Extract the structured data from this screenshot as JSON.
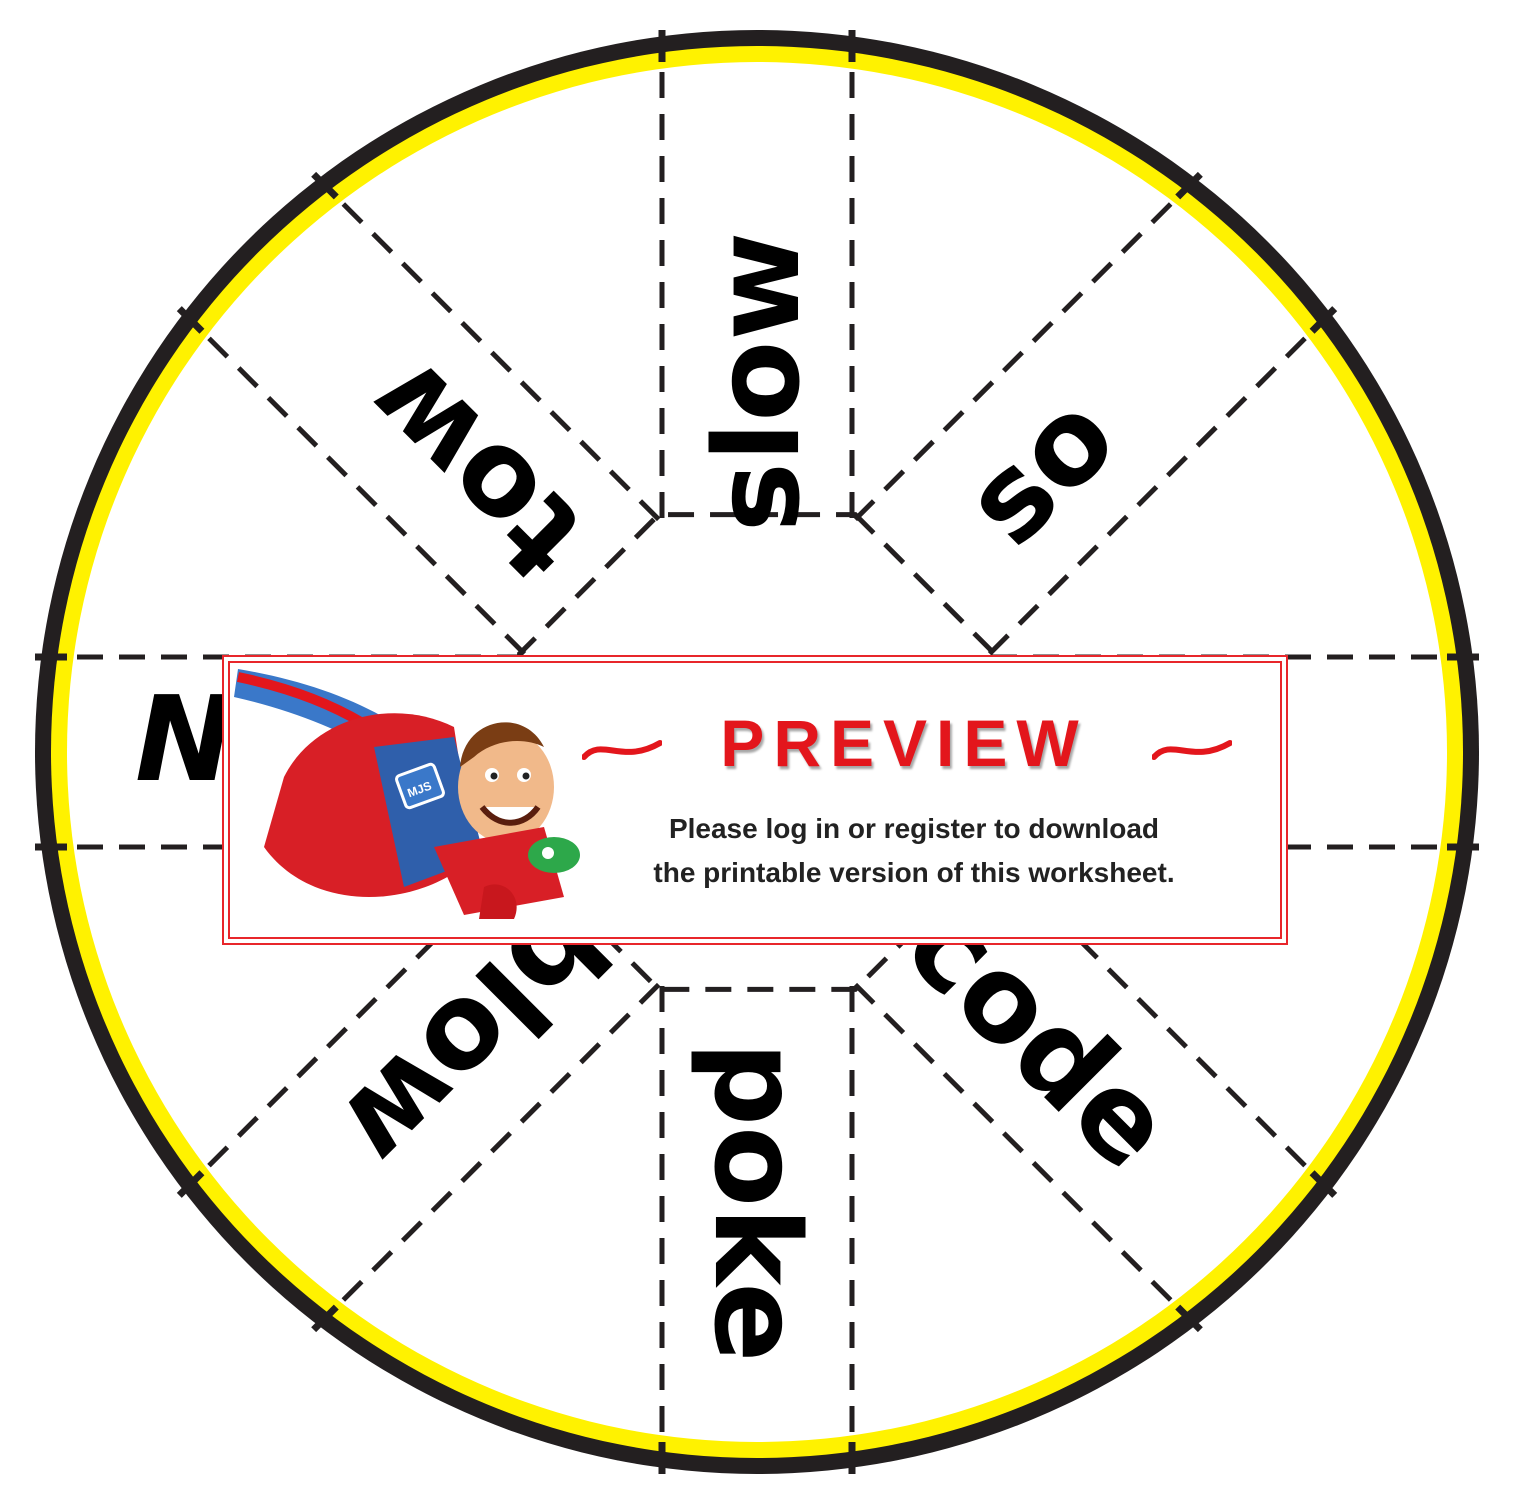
{
  "wheel": {
    "words": [
      "slow",
      "so",
      "",
      "code",
      "poke",
      "blow",
      "",
      "tow"
    ],
    "left_word": "N",
    "ring_color": "#231f20",
    "band_color": "#fff200"
  },
  "preview": {
    "title": "PREVIEW",
    "line1": "Please log in or register to download",
    "line2": "the printable version of this worksheet.",
    "accent": "#e3161c",
    "badge": "MJS"
  }
}
